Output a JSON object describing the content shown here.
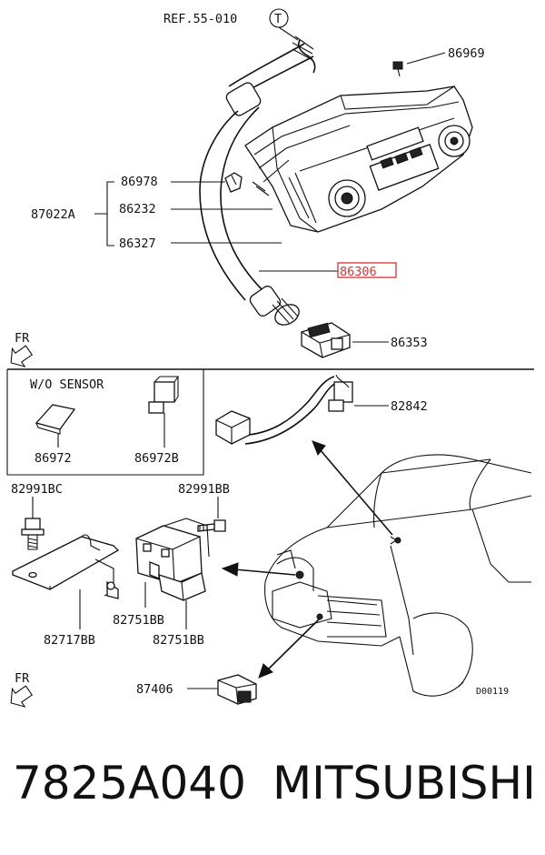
{
  "diagram": {
    "ref_label": "REF.55-010",
    "ref_circle": "T",
    "fr_label": "FR",
    "wo_sensor": "W/O SENSOR",
    "code": "D00119",
    "parts": {
      "p86969": "86969",
      "p86978": "86978",
      "p87022A": "87022A",
      "p86232": "86232",
      "p86327": "86327",
      "p86306": "86306",
      "p86353": "86353",
      "p82842": "82842",
      "p86972": "86972",
      "p86972B": "86972B",
      "p82991BC": "82991BC",
      "p82991BB": "82991BB",
      "p82751BB_a": "82751BB",
      "p82751BB_b": "82751BB",
      "p82717BB": "82717BB",
      "p87406": "87406"
    },
    "highlight_color": "#e03030"
  },
  "footer": {
    "part_number": "7825A040",
    "brand": "MITSUBISHI"
  }
}
